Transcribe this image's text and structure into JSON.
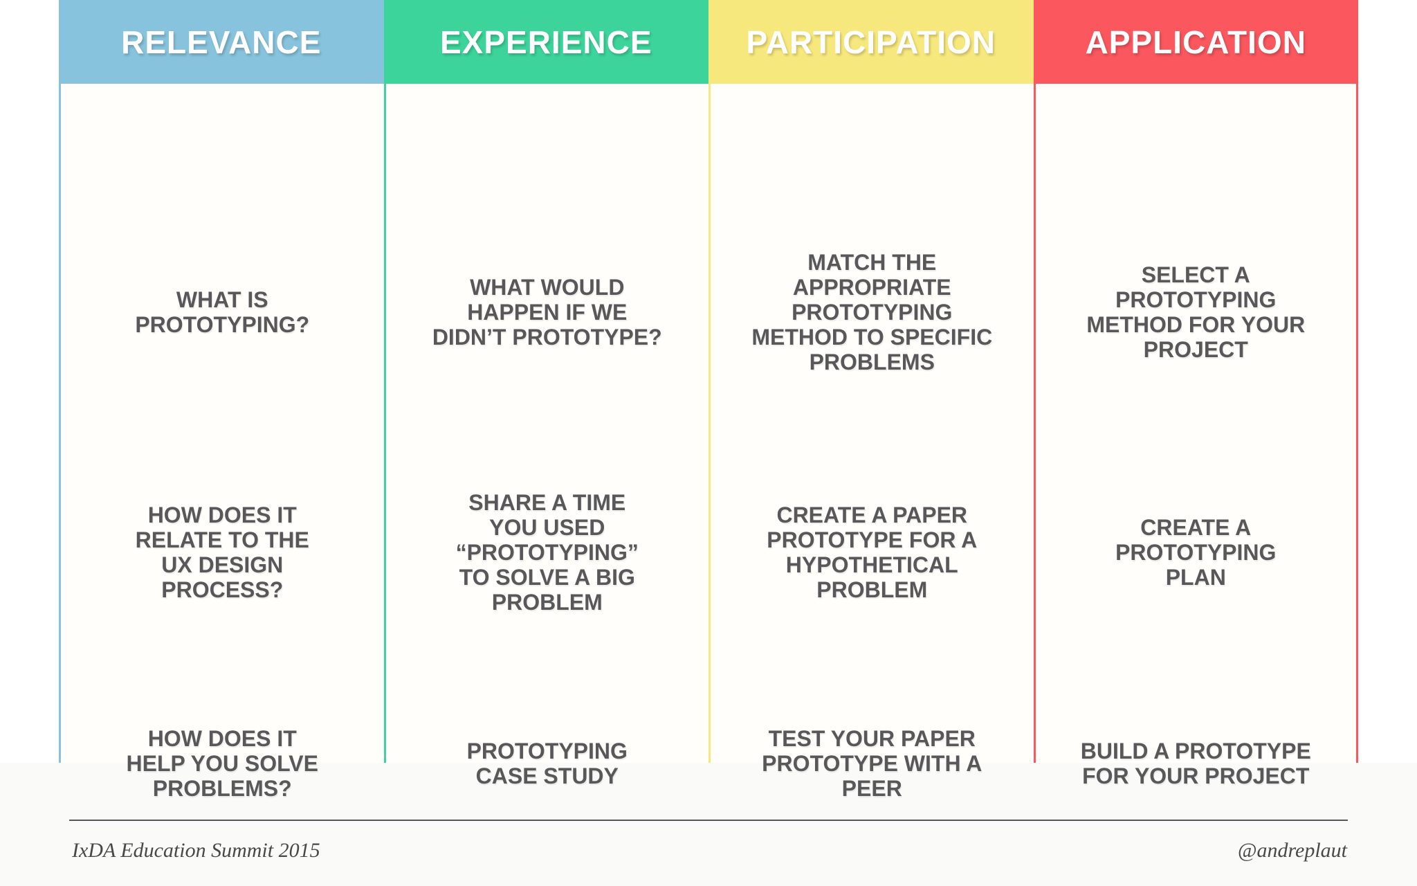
{
  "text_color": "#58585A",
  "columns": [
    {
      "title": "RELEVANCE",
      "color": "#87C3DC",
      "items": [
        "WHAT IS\nPROTOTYPING?",
        "HOW DOES IT\nRELATE TO THE\nUX DESIGN\nPROCESS?",
        "HOW DOES IT\nHELP YOU SOLVE\nPROBLEMS?"
      ]
    },
    {
      "title": "EXPERIENCE",
      "color": "#3CD49B",
      "items": [
        "WHAT WOULD\nHAPPEN IF WE\nDIDN’T PROTOTYPE?",
        "SHARE A TIME\nYOU USED\n“PROTOTYPING”\nTO SOLVE A BIG\nPROBLEM",
        "PROTOTYPING\nCASE STUDY"
      ]
    },
    {
      "title": "PARTICIPATION",
      "color": "#F7E87D",
      "items": [
        "MATCH THE\nAPPROPRIATE\nPROTOTYPING\nMETHOD TO SPECIFIC\nPROBLEMS",
        "CREATE A PAPER\nPROTOTYPE FOR A\nHYPOTHETICAL\nPROBLEM",
        "TEST YOUR PAPER\nPROTOTYPE WITH A\nPEER"
      ]
    },
    {
      "title": "APPLICATION",
      "color": "#FB575E",
      "items": [
        "SELECT A\nPROTOTYPING\nMETHOD FOR YOUR\nPROJECT",
        "CREATE A\nPROTOTYPING\nPLAN",
        "BUILD A PROTOTYPE\nFOR YOUR PROJECT"
      ]
    }
  ],
  "footer": {
    "left": "IxDA Education Summit 2015",
    "right": "@andreplaut"
  }
}
